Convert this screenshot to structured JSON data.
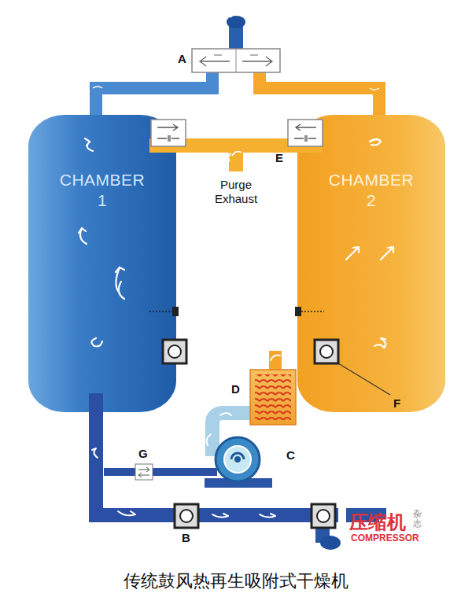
{
  "diagram": {
    "caption": "传统鼓风热再生吸附式干燥机",
    "nodes": [
      {
        "text": [
          "CHAMBER 1"
        ]
      },
      {
        "text": [
          "CHAMBER 2"
        ]
      }
    ],
    "edges": [
      {
        "from": 0,
        "to": 1,
        "arrow": "none"
      }
    ],
    "labels": [
      "A",
      "Purge Exhaust",
      "E",
      "D",
      "F",
      "C",
      "G",
      "B",
      "压缩机",
      "杂志",
      "COMPRESSOR"
    ]
  }
}
